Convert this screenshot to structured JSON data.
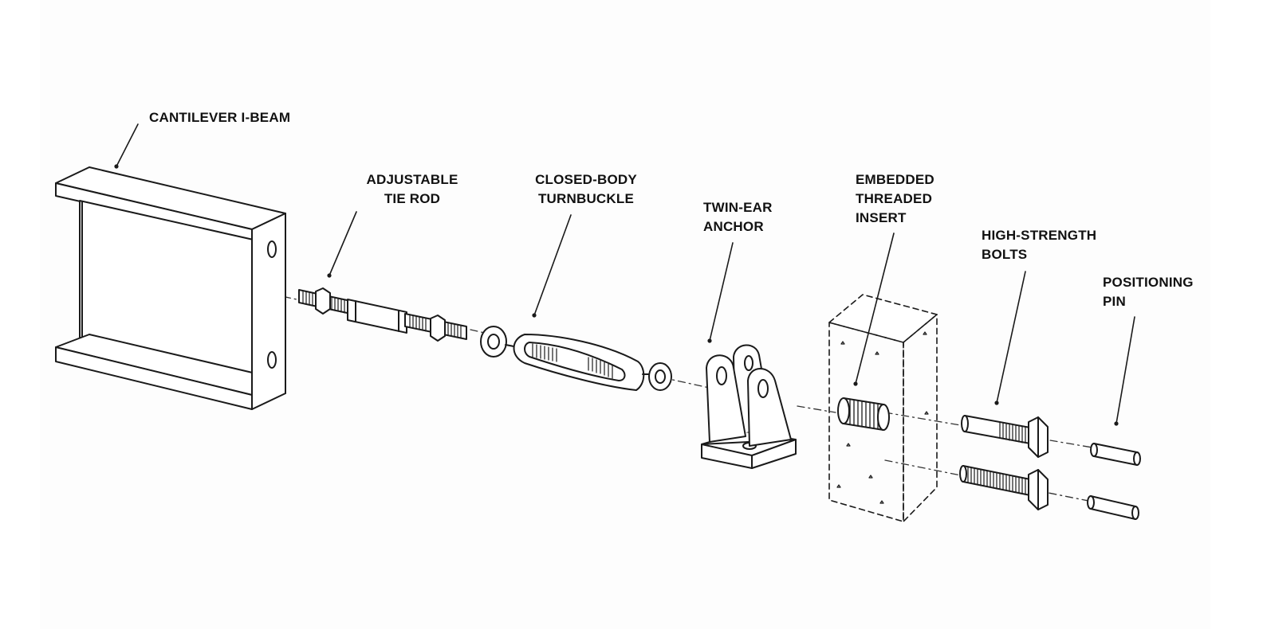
{
  "diagram": {
    "labels": {
      "cantilever_i_beam": [
        "CANTILEVER I-BEAM"
      ],
      "adjustable_tie_rod": [
        "ADJUSTABLE",
        "TIE ROD"
      ],
      "closed_body_turnbuckle": [
        "CLOSED-BODY",
        "TURNBUCKLE"
      ],
      "twin_ear_anchor": [
        "TWIN-EAR",
        "ANCHOR"
      ],
      "embedded_threaded_insert": [
        "EMBEDDED",
        "THREADED",
        "INSERT"
      ],
      "high_strength_bolts": [
        "HIGH-STRENGTH",
        "BOLTS"
      ],
      "positioning_pin": [
        "POSITIONING",
        "PIN"
      ]
    }
  }
}
